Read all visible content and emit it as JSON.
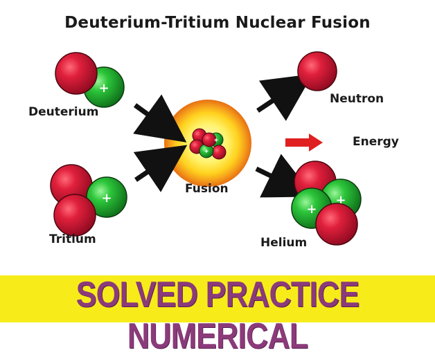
{
  "title": "Deuterium-Tritium Nuclear Fusion",
  "labels": {
    "deuterium": "Deuterium",
    "tritium": "Tritium",
    "fusion": "Fusion",
    "neutron": "Neutron",
    "energy": "Energy",
    "helium": "Helium"
  },
  "banner": "SOLVED PRACTICE NUMERICAL",
  "proton_symbol": "+",
  "colors": {
    "neutron": "#c8102e",
    "proton": "#1fae2f",
    "arrow": "#111111",
    "energy_arrow": "#e02020",
    "fusion_outer": "#f28c1f",
    "fusion_inner": "#ffe23a",
    "banner_bg": "#f7ec1a",
    "banner_text": "#8b3a7a"
  }
}
